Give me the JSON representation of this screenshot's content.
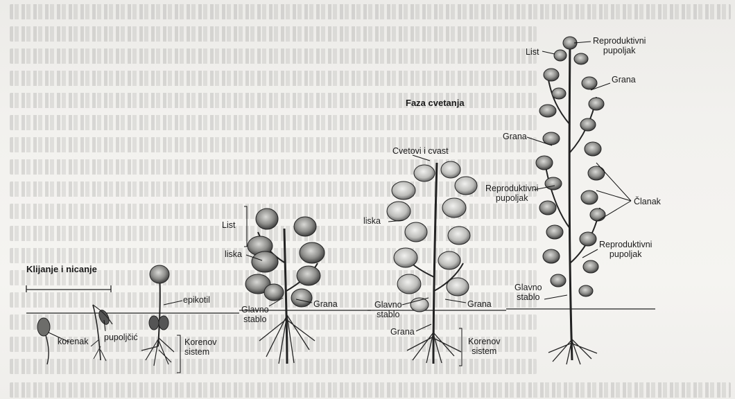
{
  "sections": {
    "germination": "Klijanje i nicanje",
    "flowering": "Faza cvetanja"
  },
  "labels": {
    "korenak": "korenak",
    "pupoljcic": "pupoljčić",
    "epikotil": "epikotil",
    "korenov_sistem_left": "Korenov\nsistem",
    "list_mid": "List",
    "liska_mid": "liska",
    "glavno_stablo_mid": "Glavno\nstablo",
    "grana_mid": "Grana",
    "cvetovi": "Cvetovi i cvast",
    "liska_right": "liska",
    "glavno_stablo_right": "Glavno\nstablo",
    "grana_right_a": "Grana",
    "grana_right_b": "Grana",
    "korenov_sistem_right": "Korenov\nsistem",
    "list_top": "List",
    "repro_top": "Reproduktivni\npupoljak",
    "grana_top": "Grana",
    "grana_left_tall": "Grana",
    "repro_mid": "Reproduktivni\npupoljak",
    "clanak": "Članak",
    "repro_low": "Reproduktivni\npupoljak",
    "glavno_stablo_tall": "Glavno\nstablo"
  }
}
